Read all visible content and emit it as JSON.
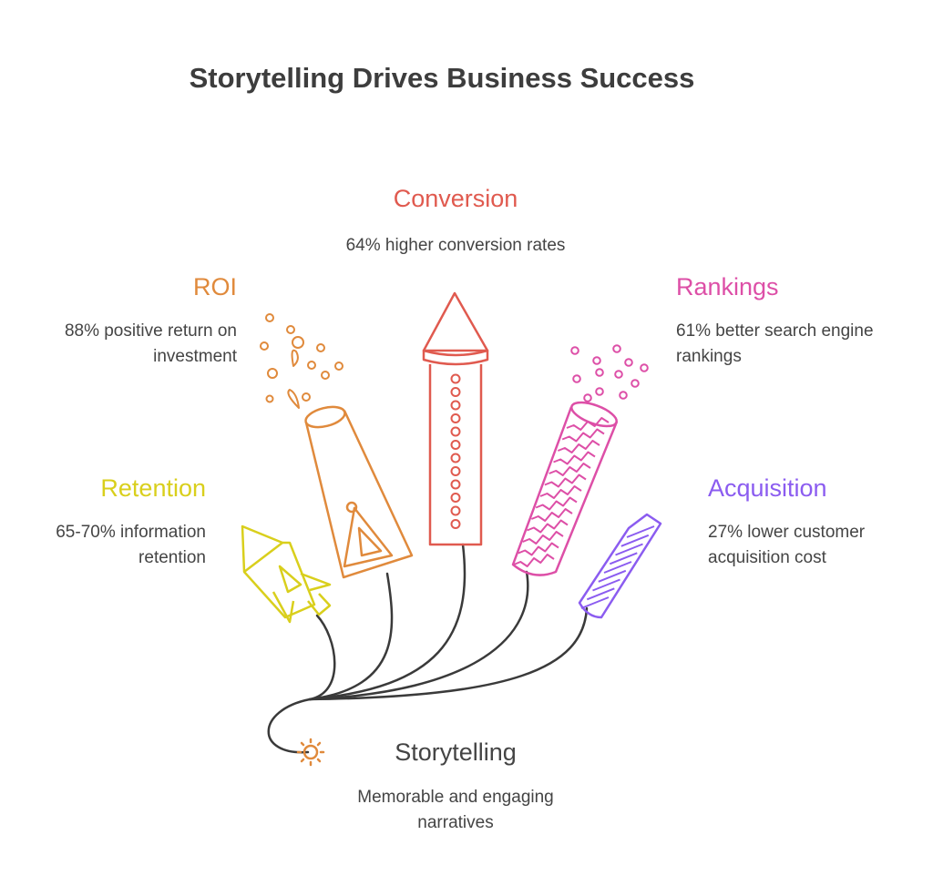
{
  "title": "Storytelling Drives Business Success",
  "colors": {
    "line": "#3a3a3a",
    "conversion": "#e05a4f",
    "roi": "#e08a3c",
    "rankings": "#dd4fa7",
    "retention": "#d9cf1c",
    "acquisition": "#8b5cf0",
    "storytelling": "#e08a3c",
    "text": "#444444"
  },
  "source": {
    "label": "Storytelling",
    "description_lines": [
      "Memorable and engaging",
      "narratives"
    ],
    "icon": "spark-icon"
  },
  "outcomes": [
    {
      "key": "conversion",
      "label": "Conversion",
      "description_lines": [
        "64% higher conversion rates"
      ],
      "icon": "rocket-firework-icon"
    },
    {
      "key": "roi",
      "label": "ROI",
      "description_lines": [
        "88% positive return on",
        "investment"
      ],
      "icon": "cone-firework-icon"
    },
    {
      "key": "rankings",
      "label": "Rankings",
      "description_lines": [
        "61% better search engine",
        "rankings"
      ],
      "icon": "cylinder-firework-icon"
    },
    {
      "key": "retention",
      "label": "Retention",
      "description_lines": [
        "65-70% information",
        "retention"
      ],
      "icon": "small-rocket-icon"
    },
    {
      "key": "acquisition",
      "label": "Acquisition",
      "description_lines": [
        "27% lower customer",
        "acquisition cost"
      ],
      "icon": "striped-firework-icon"
    }
  ]
}
